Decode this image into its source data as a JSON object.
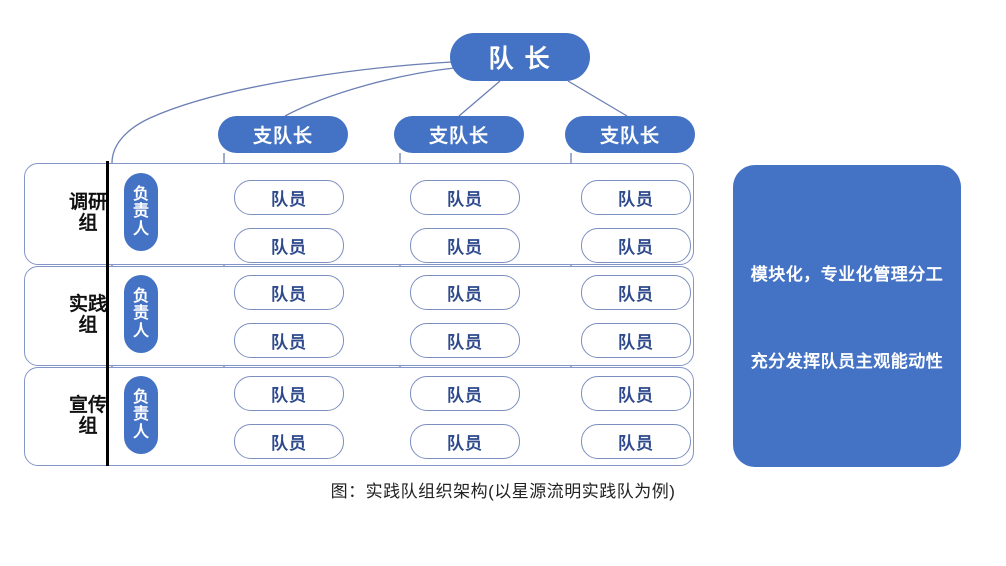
{
  "diagram": {
    "title_node": {
      "label": "队 长",
      "name": "team-leader"
    },
    "sub_leaders": [
      {
        "label": "支队长"
      },
      {
        "label": "支队长"
      },
      {
        "label": "支队长"
      }
    ],
    "groups": [
      {
        "label": "调研组",
        "owner_label": "负责人",
        "columns": [
          {
            "members": [
              "队员",
              "队员"
            ]
          },
          {
            "members": [
              "队员",
              "队员"
            ]
          },
          {
            "members": [
              "队员",
              "队员"
            ]
          }
        ]
      },
      {
        "label": "实践组",
        "owner_label": "负责人",
        "columns": [
          {
            "members": [
              "队员",
              "队员"
            ]
          },
          {
            "members": [
              "队员",
              "队员"
            ]
          },
          {
            "members": [
              "队员",
              "队员"
            ]
          }
        ]
      },
      {
        "label": "宣传组",
        "owner_label": "负责人",
        "columns": [
          {
            "members": [
              "队员",
              "队员"
            ]
          },
          {
            "members": [
              "队员",
              "队员"
            ]
          },
          {
            "members": [
              "队员",
              "队员"
            ]
          }
        ]
      }
    ],
    "note_panel": {
      "line1": "模块化，专业化管理分工",
      "line2": "充分发挥队员主观能动性"
    },
    "caption": "图：实践队组织架构(以星源流明实践队为例)",
    "colors": {
      "accent_blue": "#4472C4",
      "connector_blue": "#6B7FB5",
      "member_text": "#2E4A8C",
      "group_border": "#8496C8",
      "divider_black": "#000000",
      "background": "#FFFFFF"
    }
  }
}
